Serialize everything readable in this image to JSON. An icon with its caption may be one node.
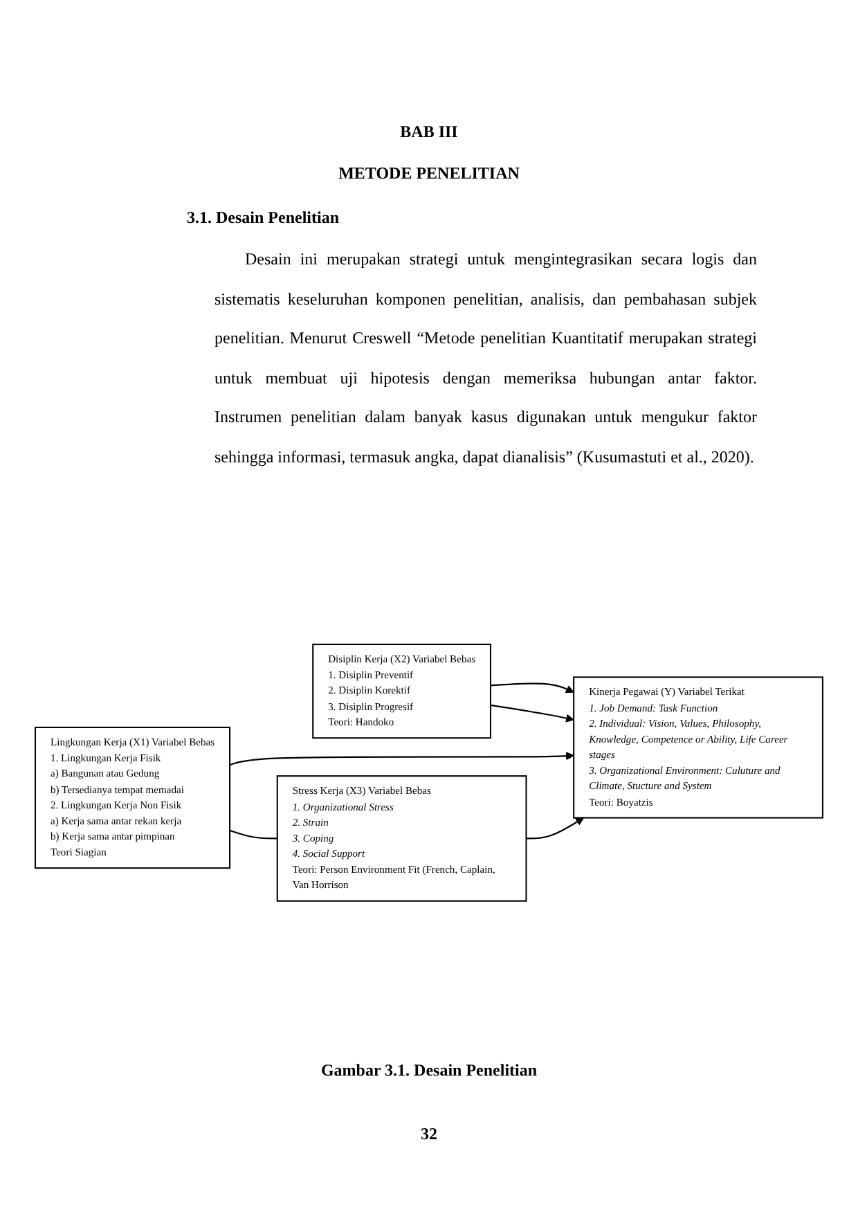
{
  "diagram": {
    "title": "BAB III",
    "caption": "Gambar 3.1. Desain Penelitian",
    "nodes": [
      {
        "text": [
          "Lingkungan Kerja (X1) Variabel Bebas",
          "1. Lingkungan Kerja Fisik",
          "a) Bangunan atau Gedung",
          "b) Tersedianya tempat memadai",
          "2. Lingkungan Kerja Non Fisik",
          "a) Kerja sama antar rekan kerja",
          "b) Kerja sama antar pimpinan",
          "Teori Siagian"
        ]
      },
      {
        "text": [
          "Disiplin Kerja (X2) Variabel Bebas",
          "1. Disiplin Preventif",
          "2. Disiplin Korektif",
          "3. Disiplin Progresif",
          "Teori: Handoko"
        ]
      },
      {
        "text": [
          "Stress Kerja (X3) Variabel Bebas",
          "1. Organizational Stress",
          "2. Strain",
          "3. Coping",
          "4. Social Support",
          "Teori: Person Environment Fit (French, Caplain, Van Horrison"
        ]
      },
      {
        "text": [
          "Kinerja Pegawai (Y) Variabel Terikat",
          "1. Job Demand: Task Function",
          "2. Individual: Vision, Values, Philosophy, Knowledge, Competence or Ability, Life Career stages",
          "3. Organizational Environment: Culuture and Climate, Stucture and System",
          "Teori: Boyatzis"
        ]
      }
    ],
    "edges": [
      {
        "from": 0,
        "to": 3,
        "arrow": "to"
      },
      {
        "from": 1,
        "to": 3,
        "arrow": "to"
      },
      {
        "from": 2,
        "to": 3,
        "arrow": "to"
      },
      {
        "from": 0,
        "to": 2,
        "arrow": "none"
      },
      {
        "from": 1,
        "to": 3,
        "arrow": "to"
      }
    ],
    "labels": [
      "METODE PENELITIAN",
      "3.1. Desain Penelitian",
      "Desain ini merupakan strategi untuk mengintegrasikan secara logis dan sistematis keseluruhan komponen penelitian, analisis, dan pembahasan subjek penelitian. Menurut Creswell “Metode penelitian Kuantitatif merupakan strategi untuk membuat uji hipotesis dengan memeriksa hubungan antar faktor. Instrumen penelitian dalam banyak kasus digunakan untuk mengukur faktor sehingga informasi, termasuk angka, dapat dianalisis” (Kusumastuti et al., 2020).",
      "32"
    ]
  }
}
